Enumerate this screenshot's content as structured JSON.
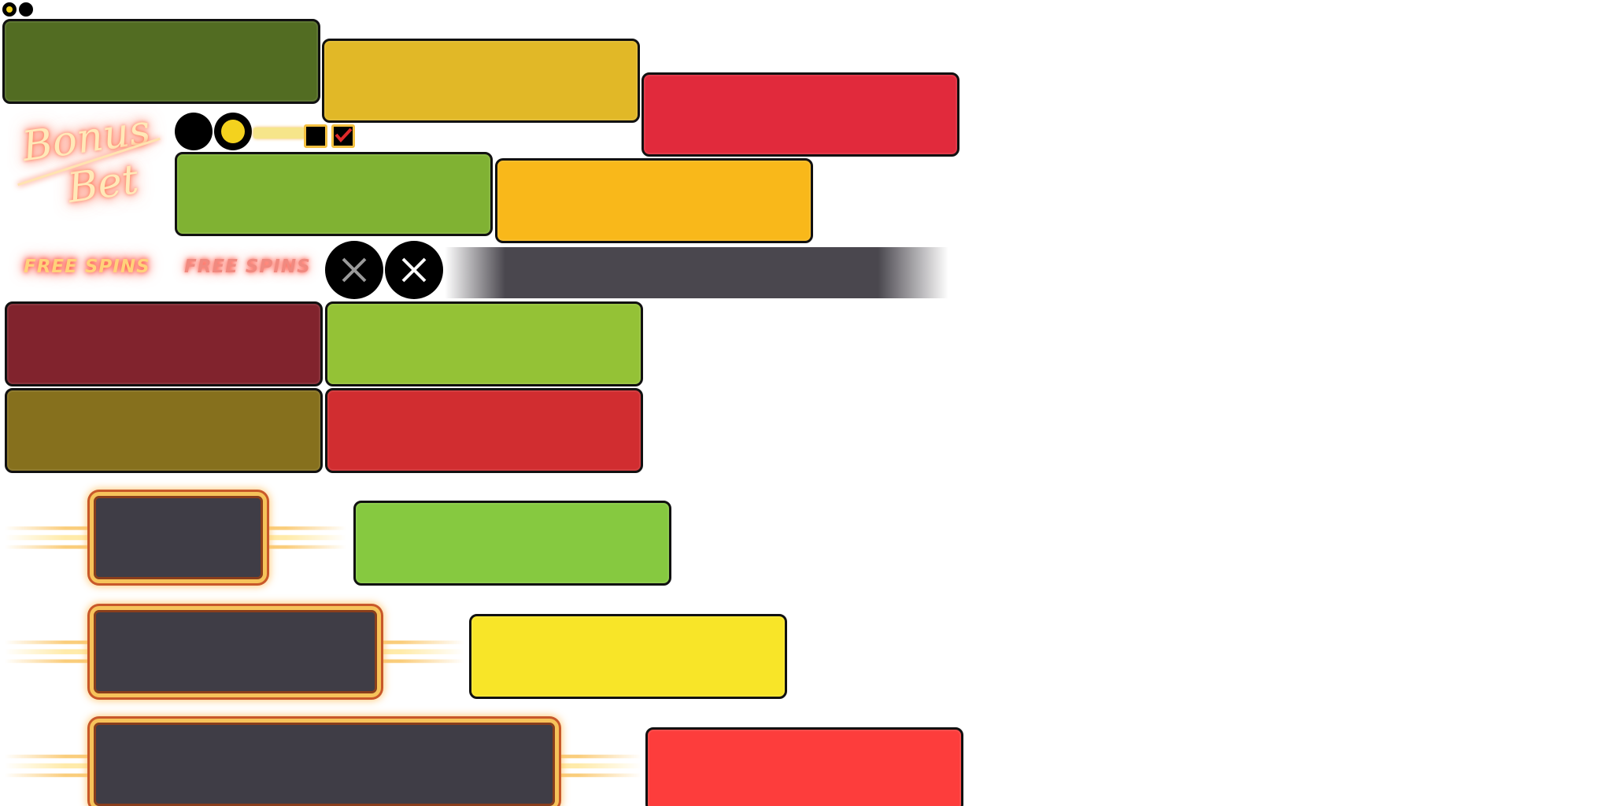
{
  "logo": {
    "line1": "Bonus",
    "line2": "Bet"
  },
  "free_spins": [
    {
      "label": "FREE SPINS"
    },
    {
      "label": "FREE SPINS"
    }
  ],
  "colors": {
    "green_dark": "#526c22",
    "mustard": "#e1b827",
    "red": "#e12a3c",
    "green": "#80b233",
    "orange": "#f9b81a",
    "maroon": "#81232d",
    "lime": "#94c236",
    "olive": "#86701d",
    "red2": "#d12d30",
    "green_bright": "#86c940",
    "yellow": "#f8e528",
    "red_bright": "#fd3d3c",
    "frame_fill": "#3f3d46",
    "frame_gold": "#f6c35a",
    "bar_dark": "#4a474e"
  },
  "icons": {
    "radio_off": "radio-off-icon",
    "radio_on": "radio-on-icon",
    "checkbox_off": "checkbox-off-icon",
    "checkbox_on": "checkbox-on-icon",
    "close_grey": "close-icon",
    "close_white": "close-icon"
  }
}
